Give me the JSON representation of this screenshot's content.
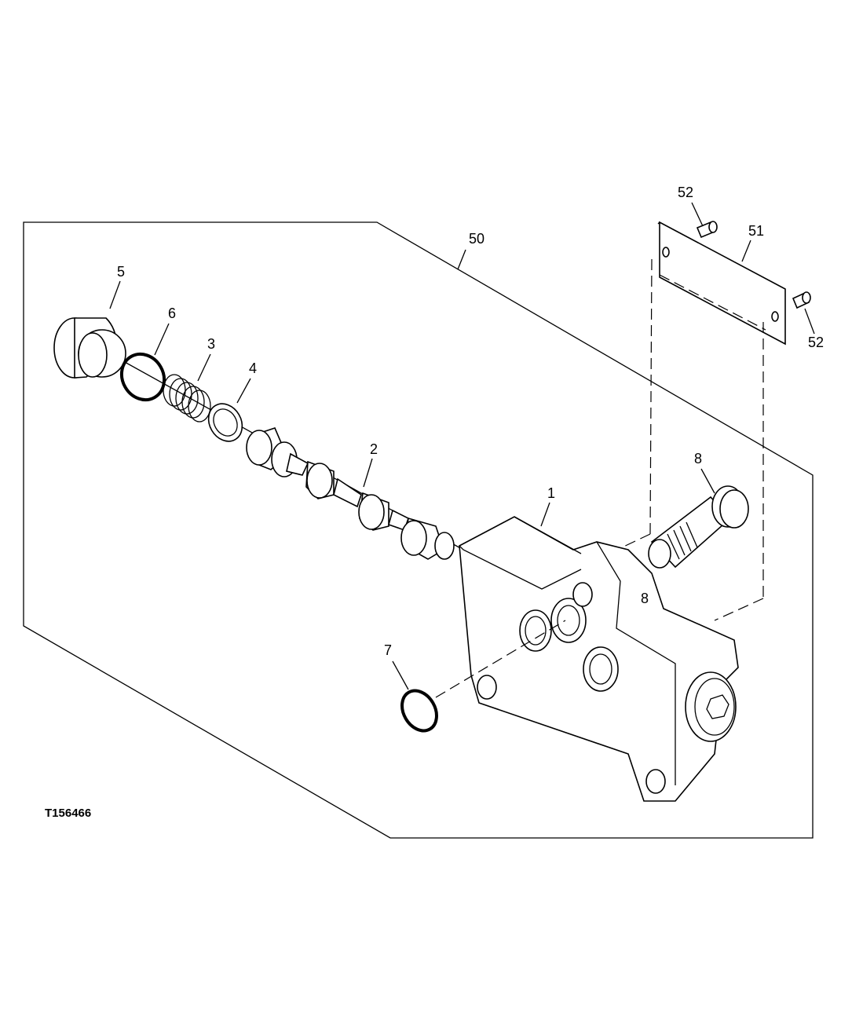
{
  "figure_id": "T156466",
  "callouts": [
    {
      "id": "c50",
      "text": "50"
    },
    {
      "id": "c5",
      "text": "5"
    },
    {
      "id": "c6",
      "text": "6"
    },
    {
      "id": "c3",
      "text": "3"
    },
    {
      "id": "c4",
      "text": "4"
    },
    {
      "id": "c2",
      "text": "2"
    },
    {
      "id": "c1",
      "text": "1"
    },
    {
      "id": "c7",
      "text": "7"
    },
    {
      "id": "c8a",
      "text": "8"
    },
    {
      "id": "c8b",
      "text": "8"
    },
    {
      "id": "c51",
      "text": "51"
    },
    {
      "id": "c52a",
      "text": "52"
    },
    {
      "id": "c52b",
      "text": "52"
    }
  ]
}
